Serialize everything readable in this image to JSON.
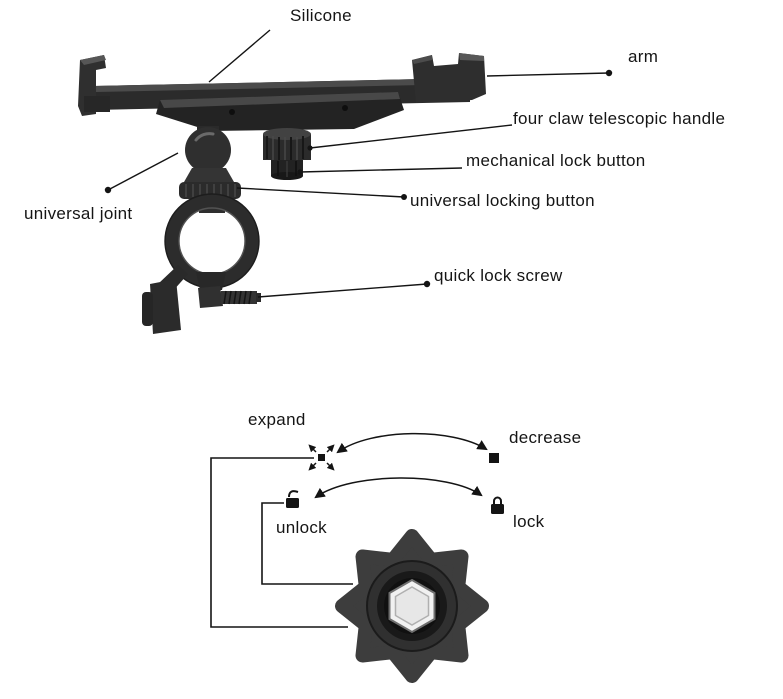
{
  "parts": {
    "silicone": "Silicone",
    "arm": "arm",
    "four_claw": "four claw telescopic handle",
    "mechanical_lock": "mechanical lock button",
    "universal_locking": "universal locking button",
    "universal_joint": "universal joint",
    "quick_lock": "quick lock screw"
  },
  "knob_legend": {
    "expand": "expand",
    "decrease": "decrease",
    "unlock": "unlock",
    "lock": "lock"
  },
  "colors": {
    "background": "#ffffff",
    "line": "#141414",
    "text": "#151515",
    "metal_dark": "#262626",
    "metal_mid": "#333333",
    "metal_light": "#4f4f4f",
    "hex_center": "#f1f1f1"
  }
}
